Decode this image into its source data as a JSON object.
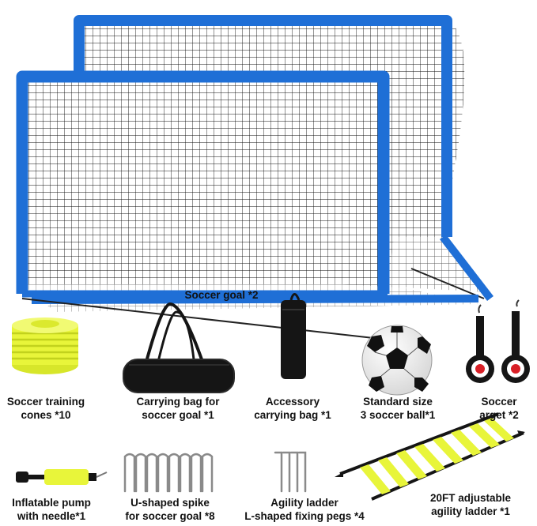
{
  "colors": {
    "frame_blue": "#1f6fd6",
    "frame_blue_dark": "#1557b0",
    "net": "#111111",
    "neon_yellow": "#e8f53a",
    "bag_black": "#151515",
    "target_red": "#d81f26"
  },
  "labels": {
    "soccer_goal": "Soccer goal *2",
    "cones_line1": "Soccer training",
    "cones_line2": "cones *10",
    "bag_line1": "Carrying bag for",
    "bag_line2": "soccer goal *1",
    "acc_bag_line1": "Accessory",
    "acc_bag_line2": "carrying bag *1",
    "ball_line1": "Standard size",
    "ball_line2": "3 soccer ball*1",
    "target_line1": "Soccer",
    "target_line2": "arget *2",
    "pump_line1": "Inflatable pump",
    "pump_line2": "with needle*1",
    "spike_line1": "U-shaped spike",
    "spike_line2": "for soccer goal *8",
    "pegs_line1": "Agility ladder",
    "pegs_line2": "L-shaped fixing pegs *4",
    "ladder_line1": "20FT adjustable",
    "ladder_line2": "agility ladder *1"
  }
}
